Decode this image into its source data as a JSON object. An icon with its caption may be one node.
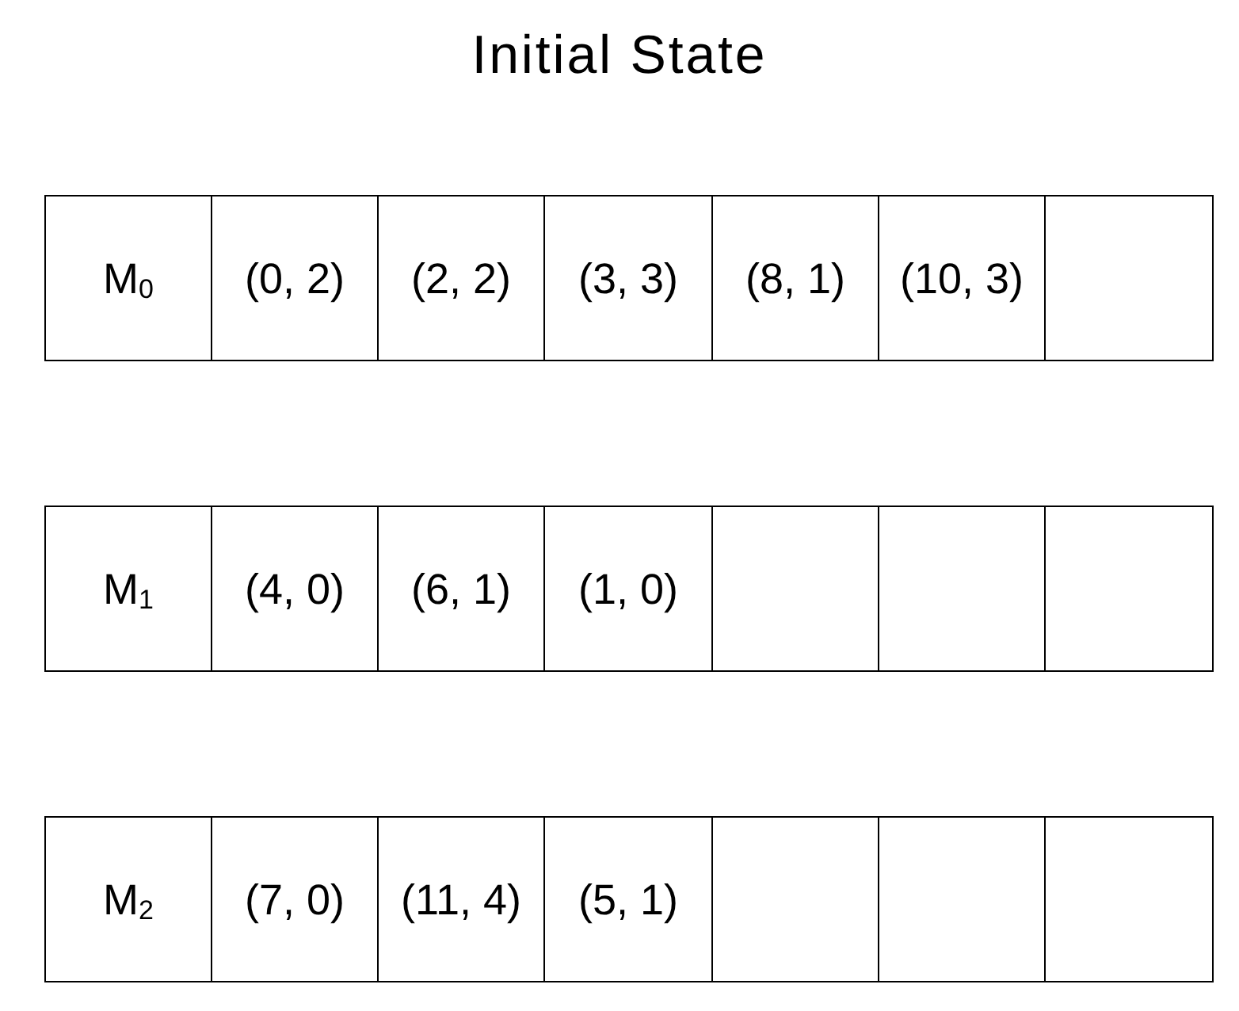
{
  "diagram": {
    "title": "Initial State",
    "nodes": [
      {
        "text": [
          "M$_{0}$"
        ]
      },
      {
        "text": [
          "(0, 2)"
        ]
      },
      {
        "text": [
          "(2, 2)"
        ]
      },
      {
        "text": [
          "(3, 3)"
        ]
      },
      {
        "text": [
          "(8, 1)"
        ]
      },
      {
        "text": [
          "(10, 3)"
        ]
      },
      {
        "text": [],
        "shape": "box"
      },
      {
        "text": [
          "M$_{1}$"
        ]
      },
      {
        "text": [
          "(4, 0)"
        ]
      },
      {
        "text": [
          "(6, 1)"
        ]
      },
      {
        "text": [
          "(1, 0)"
        ]
      },
      {
        "text": [],
        "shape": "box"
      },
      {
        "text": [],
        "shape": "box"
      },
      {
        "text": [],
        "shape": "box"
      },
      {
        "text": [
          "M$_{2}$"
        ]
      },
      {
        "text": [
          "(7, 0)"
        ]
      },
      {
        "text": [
          "(11, 4)"
        ]
      },
      {
        "text": [
          "(5, 1)"
        ]
      },
      {
        "text": [],
        "shape": "box"
      },
      {
        "text": [],
        "shape": "box"
      },
      {
        "text": [],
        "shape": "box"
      }
    ]
  }
}
